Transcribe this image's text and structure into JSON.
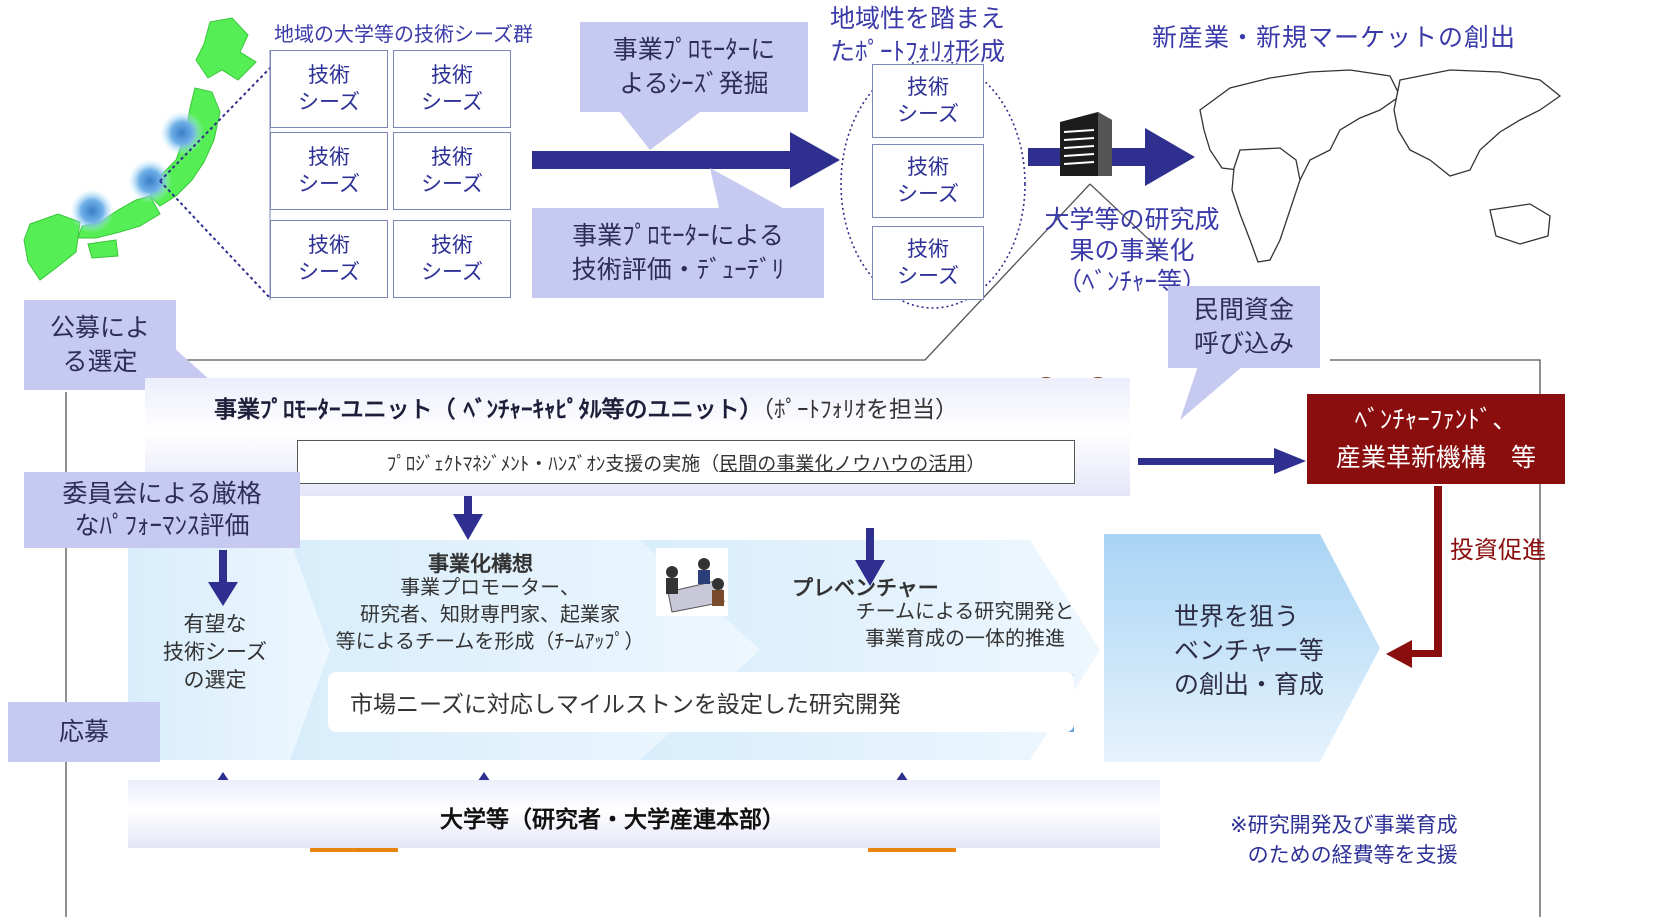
{
  "map_caption": "地域の大学等の技術シーズ群",
  "seed_label": "技術\nシーズ",
  "promoter_discovery": "事業ﾌﾟﾛﾓｰﾀｰに\nよるｼｰｽﾞ発掘",
  "promoter_evaluation": "事業ﾌﾟﾛﾓｰﾀｰによる\n技術評価・ﾃﾞｭｰﾃﾞﾘ",
  "portfolio_title": "地域性を踏まえ\nたﾎﾟｰﾄﾌｫﾘｵ形成",
  "new_industry": "新産業・新規マーケットの創出",
  "commercialization": "大学等の研究成\n果の事業化\n（ﾍﾞﾝﾁｬｰ等）",
  "private_funds": "民間資金\n呼び込み",
  "public_selection": "公募によ\nる選定",
  "promoter_unit_bold": "事業ﾌﾟﾛﾓｰﾀｰユニット（ ﾍﾞﾝﾁｬｰｷｬﾋﾟﾀﾙ等のユニット）",
  "promoter_unit_rest": "（ﾎﾟｰﾄﾌｫﾘｵを担当）",
  "pm_text_a": "ﾌﾟﾛｼﾞｪｸﾄﾏﾈｼﾞﾒﾝﾄ・ﾊﾝｽﾞｵﾝ支援の実施（",
  "pm_text_b": "民間の事業化ノウハウの活用",
  "pm_text_c": "）",
  "venture_fund": "ﾍﾞﾝﾁｬｰﾌｧﾝﾄﾞ、\n産業革新機構　等",
  "investment": "投資促進",
  "committee": "委員会による厳格\nなﾊﾟﾌｫｰﾏﾝｽ評価",
  "selection": "有望な\n技術シーズ\nの選定",
  "biz_title": "事業化構想",
  "biz_body": "事業プロモーター、\n研究者、知財専門家、起業家\n等によるチームを形成（ﾁｰﾑｱｯﾌﾟ）",
  "preventure_title": "プレベンチャー",
  "preventure_body": "チームによる研究開発と\n事業育成の一体的推進",
  "world_venture": "世界を狙う\nベンチャー等\nの創出・育成",
  "milestone": "市場ニーズに対応しマイルストンを設定した研究開発",
  "apply": "応募",
  "university": "大学等（研究者・大学産連本部）",
  "note": "※研究開発及び事業育成\nのための経費等を支援",
  "colors": {
    "arrow": "#2e2f8f",
    "callout": "#c6c9f0",
    "fund": "#8b0e0e",
    "map": "#55ee55"
  }
}
